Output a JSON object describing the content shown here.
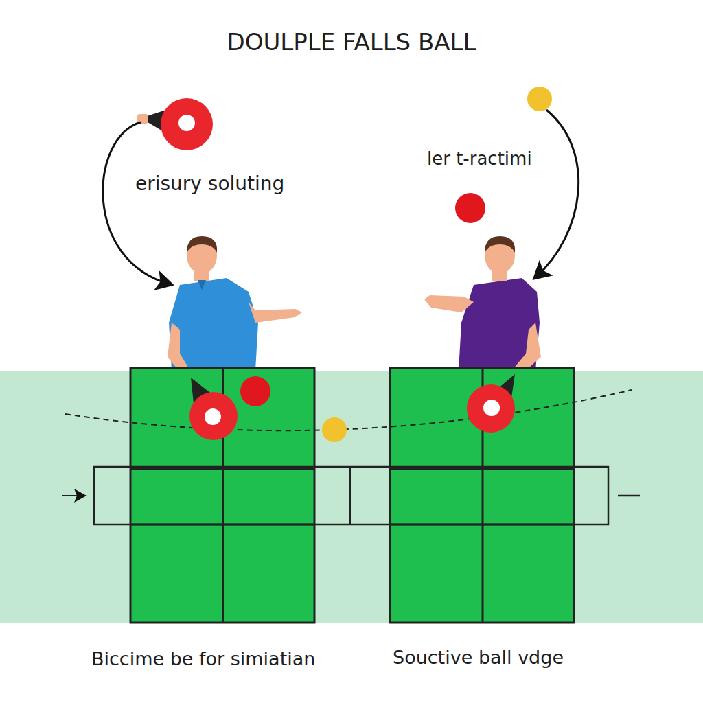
{
  "diagram": {
    "title": "DOULPLE FALLS BALL",
    "labels": [
      "erisury soluting",
      "ler t-ractimi",
      "Biccime be for simiatian",
      "Souctive ball vdge"
    ]
  }
}
